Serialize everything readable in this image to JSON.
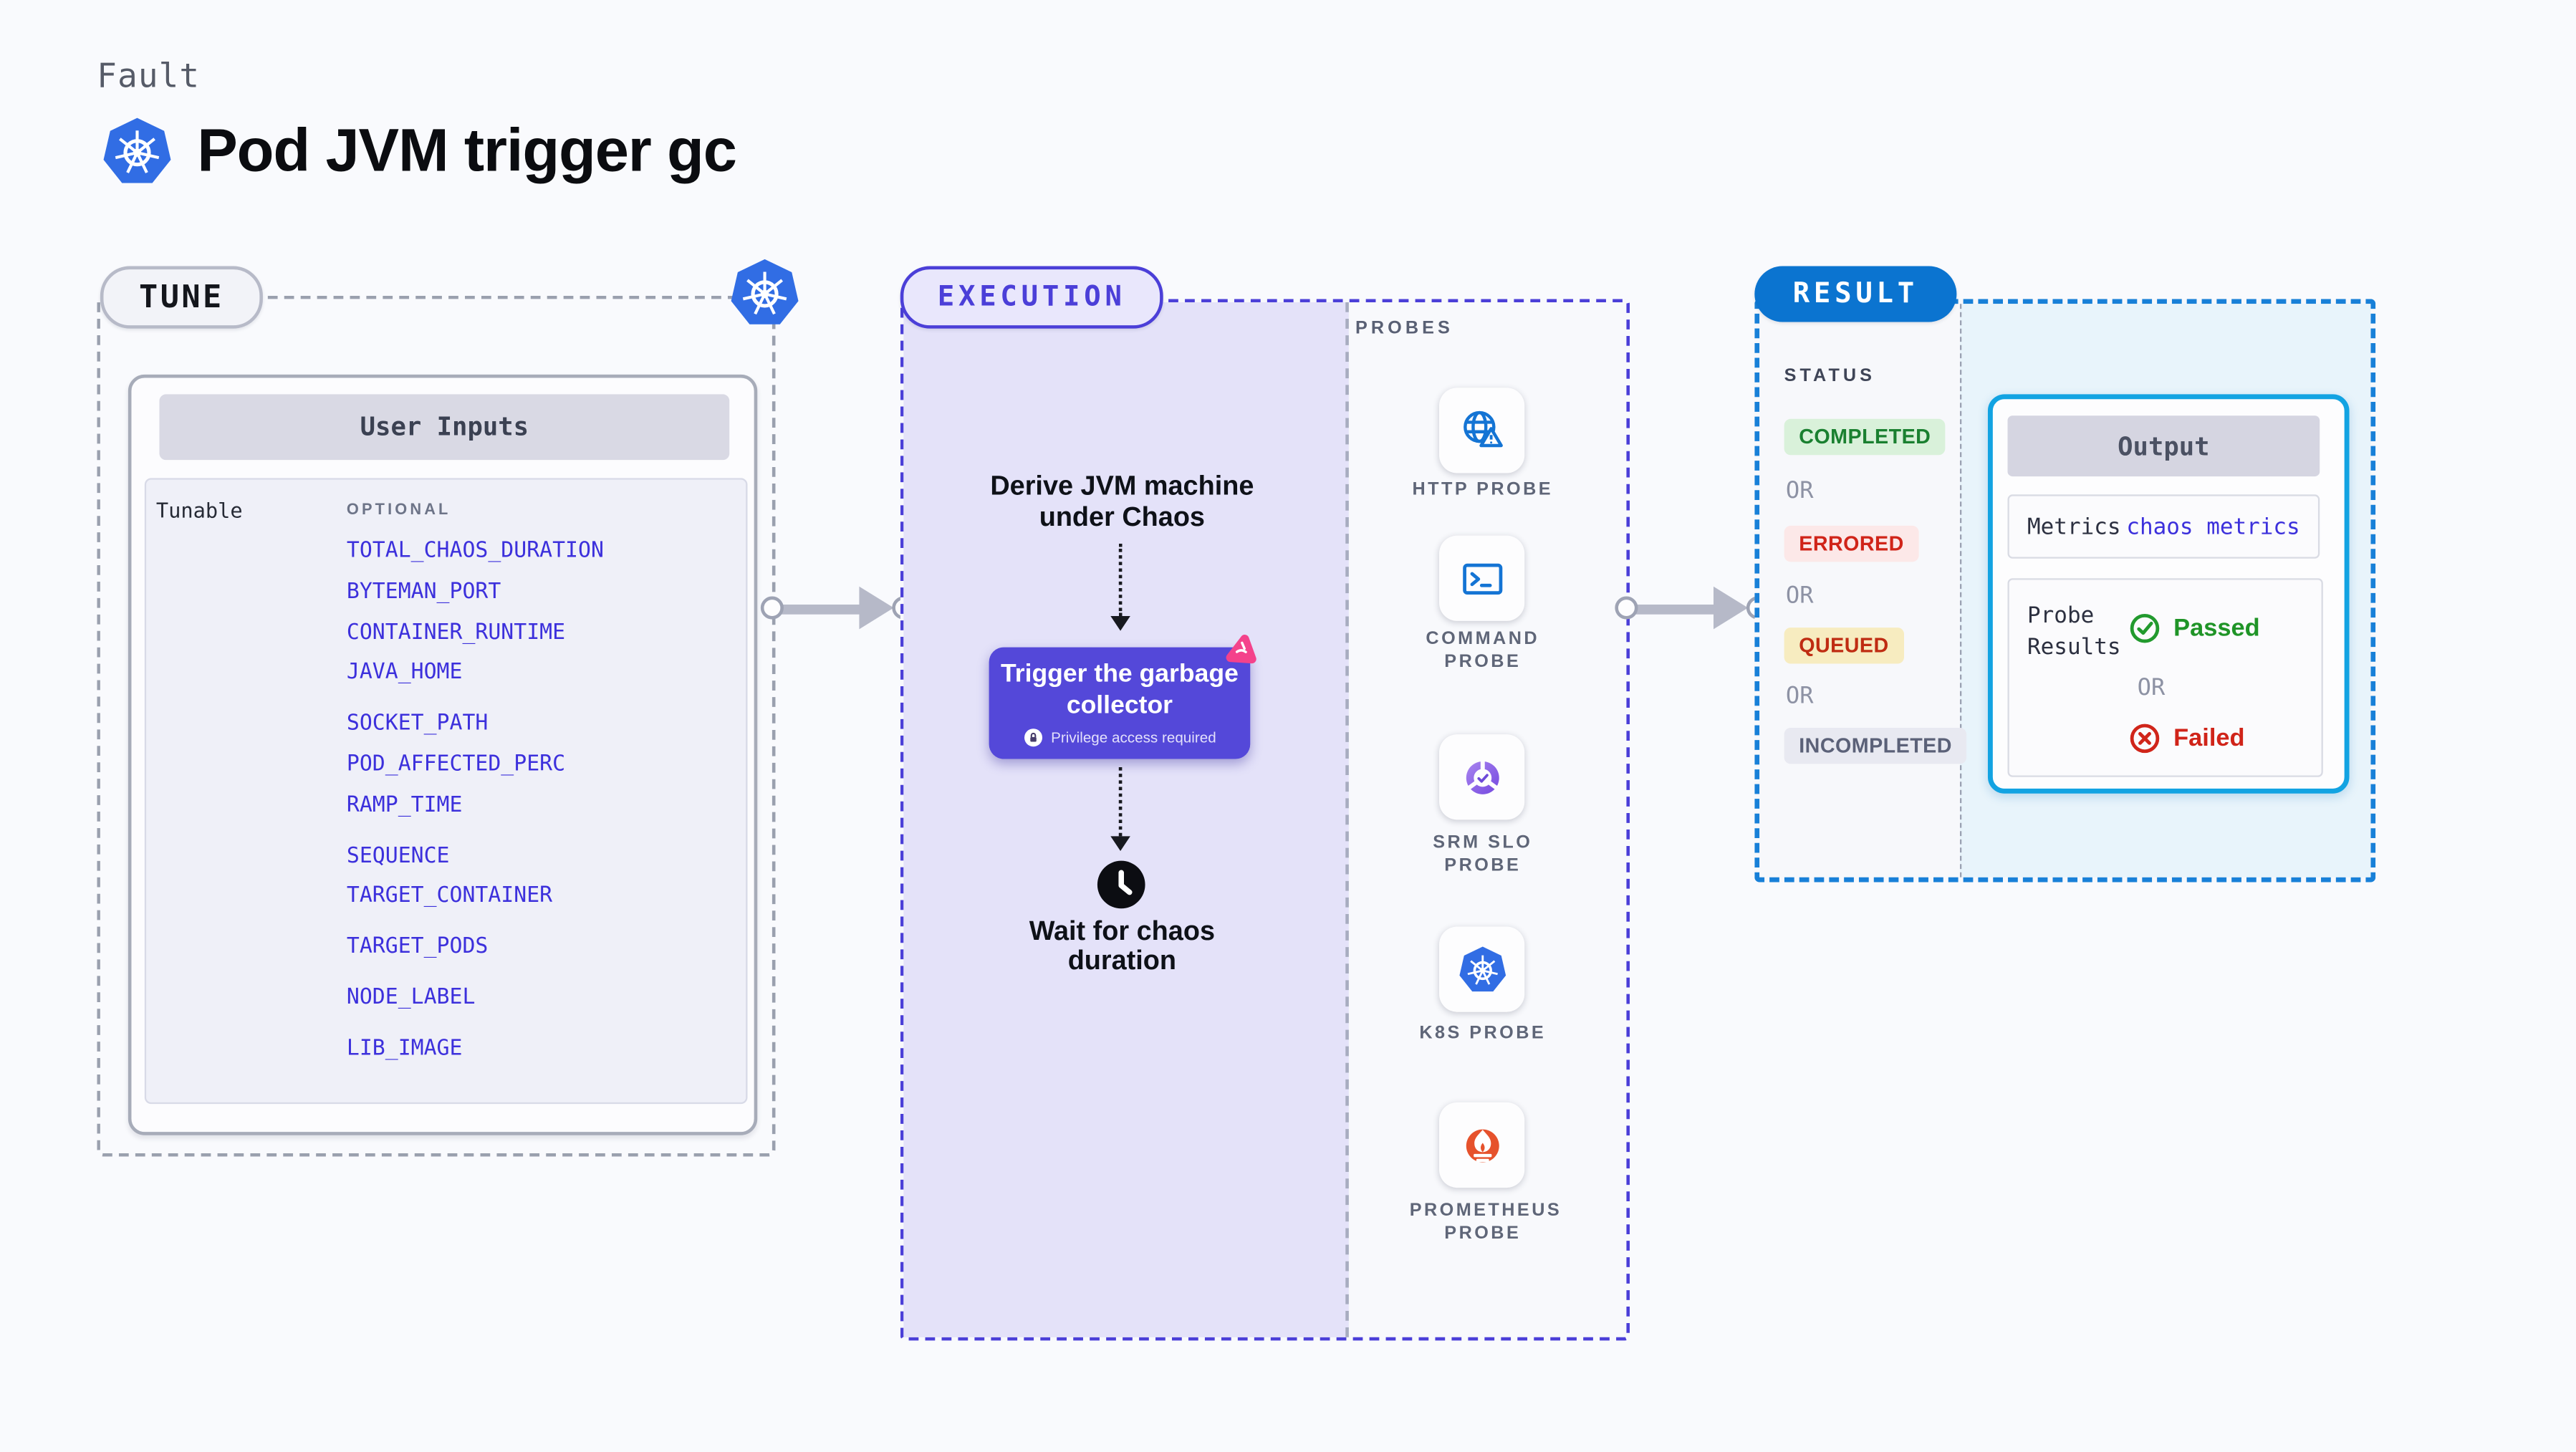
{
  "header": {
    "kicker": "Fault",
    "title": "Pod JVM trigger gc"
  },
  "tune": {
    "badge": "TUNE",
    "card_title": "User Inputs",
    "group_label": "Tunable",
    "optional_label": "OPTIONAL",
    "params": [
      "TOTAL_CHAOS_DURATION",
      "BYTEMAN_PORT",
      "CONTAINER_RUNTIME",
      "JAVA_HOME",
      "SOCKET_PATH",
      "POD_AFFECTED_PERC",
      "RAMP_TIME",
      "SEQUENCE",
      "TARGET_CONTAINER",
      "TARGET_PODS",
      "NODE_LABEL",
      "LIB_IMAGE"
    ]
  },
  "execution": {
    "badge": "EXECUTION",
    "derive_step": "Derive JVM machine\nunder Chaos",
    "action_title": "Trigger the garbage\ncollector",
    "action_note": "Privilege access required",
    "wait_step": "Wait for chaos duration"
  },
  "probes": {
    "label": "PROBES",
    "items": [
      {
        "name": "HTTP PROBE",
        "icon": "http-probe-icon"
      },
      {
        "name": "COMMAND PROBE",
        "icon": "command-probe-icon"
      },
      {
        "name": "SRM SLO PROBE",
        "icon": "srm-slo-probe-icon"
      },
      {
        "name": "K8S PROBE",
        "icon": "k8s-probe-icon"
      },
      {
        "name": "PROMETHEUS PROBE",
        "icon": "prometheus-probe-icon"
      }
    ]
  },
  "result": {
    "badge": "RESULT",
    "status_label": "STATUS",
    "or_label": "OR",
    "statuses": [
      {
        "label": "COMPLETED",
        "kind": "success"
      },
      {
        "label": "ERRORED",
        "kind": "error"
      },
      {
        "label": "QUEUED",
        "kind": "warning"
      },
      {
        "label": "INCOMPLETED",
        "kind": "neutral"
      }
    ],
    "output": {
      "title": "Output",
      "metrics_label": "Metrics",
      "metrics_value": "chaos metrics",
      "probe_results_label": "Probe Results",
      "passed_label": "Passed",
      "or_label": "OR",
      "failed_label": "Failed"
    }
  },
  "colors": {
    "accent_indigo": "#4b3fd8",
    "accent_blue": "#0b74d0",
    "cyan_border": "#12a3e2",
    "param_link": "#3c30dc",
    "success_green": "#1a8030",
    "error_red": "#d02419",
    "warning_bg": "#f7ecc0",
    "k8s_blue": "#316de4",
    "prometheus_orange": "#e6522c",
    "srm_purple": "#7448e0",
    "pink": "#f4428b",
    "execution_lane_bg": "#e4e2f9",
    "result_pane_bg": "#e8f4fb"
  }
}
